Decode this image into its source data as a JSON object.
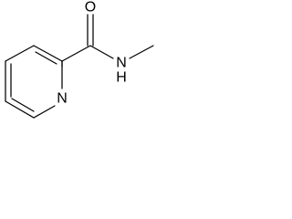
{
  "molecule": {
    "atoms": {
      "carbonyl_oxygen": "O",
      "amide_nitrogen": "N",
      "amide_hydrogen": "H",
      "ring_nitrogen": "N"
    },
    "colors": {
      "bond": "#000000",
      "label": "#000000",
      "background": "#ffffff"
    }
  }
}
